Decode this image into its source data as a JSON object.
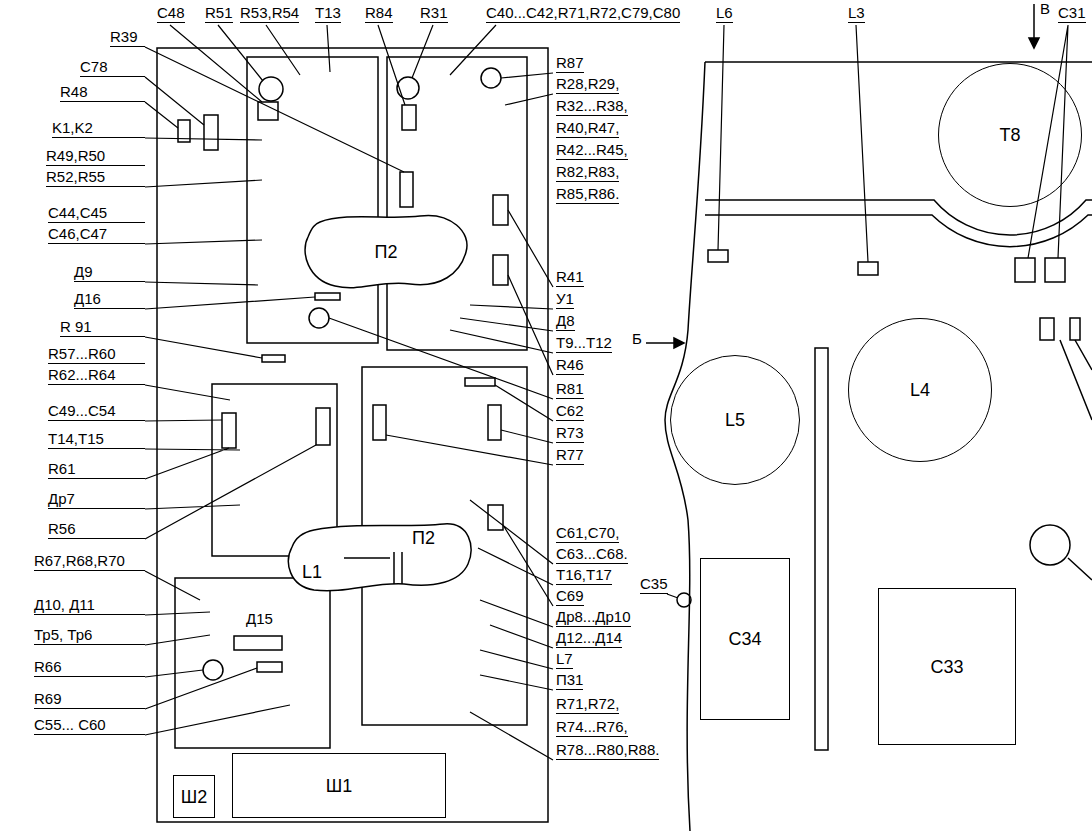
{
  "diagram": {
    "nodes": [
      {
        "text": [
          "П2"
        ]
      },
      {
        "text": [
          "L1",
          "П2"
        ]
      },
      {
        "text": [
          "L5"
        ]
      },
      {
        "text": [
          "L4"
        ]
      },
      {
        "text": [
          "T8"
        ]
      },
      {
        "text": [
          "C34"
        ]
      },
      {
        "text": [
          "C33"
        ]
      },
      {
        "text": [
          "Ш2"
        ]
      },
      {
        "text": [
          "Ш1"
        ]
      }
    ],
    "labels": [
      "C48",
      "R51",
      "R53,R54",
      "T13",
      "R84",
      "R31",
      "C40...C42,R71,R72,C79,C80",
      "L6",
      "L3",
      "C31",
      "В",
      "R39",
      "C78",
      "R48",
      "K1,K2",
      "R49,R50",
      "R52,R55",
      "C44,C45",
      "C46,C47",
      "Д9",
      "Д16",
      "R 91",
      "R57...R60",
      "R62...R64",
      "C49...C54",
      "T14,T15",
      "R61",
      "Др7",
      "R56",
      "R67,R68,R70",
      "Д10, Д11",
      "Тр5, Тр6",
      "R66",
      "R69",
      "C55... C60",
      "Д15",
      "R87",
      "R28,R29,",
      "R32...R38,",
      "R40,R47,",
      "R42...R45,",
      "R82,R83,",
      "R85,R86.",
      "R41",
      "У1",
      "Д8",
      "T9...T12",
      "R46",
      "Б",
      "R81",
      "C62",
      "R73",
      "R77",
      "C35",
      "C61,C70,",
      "C63...C68.",
      "T16,T17",
      "C69",
      "Др8...Др10",
      "Д12...Д14",
      "L7",
      "П31",
      "R71,R72,",
      "R74...R76,",
      "R78...R80,R88."
    ]
  }
}
